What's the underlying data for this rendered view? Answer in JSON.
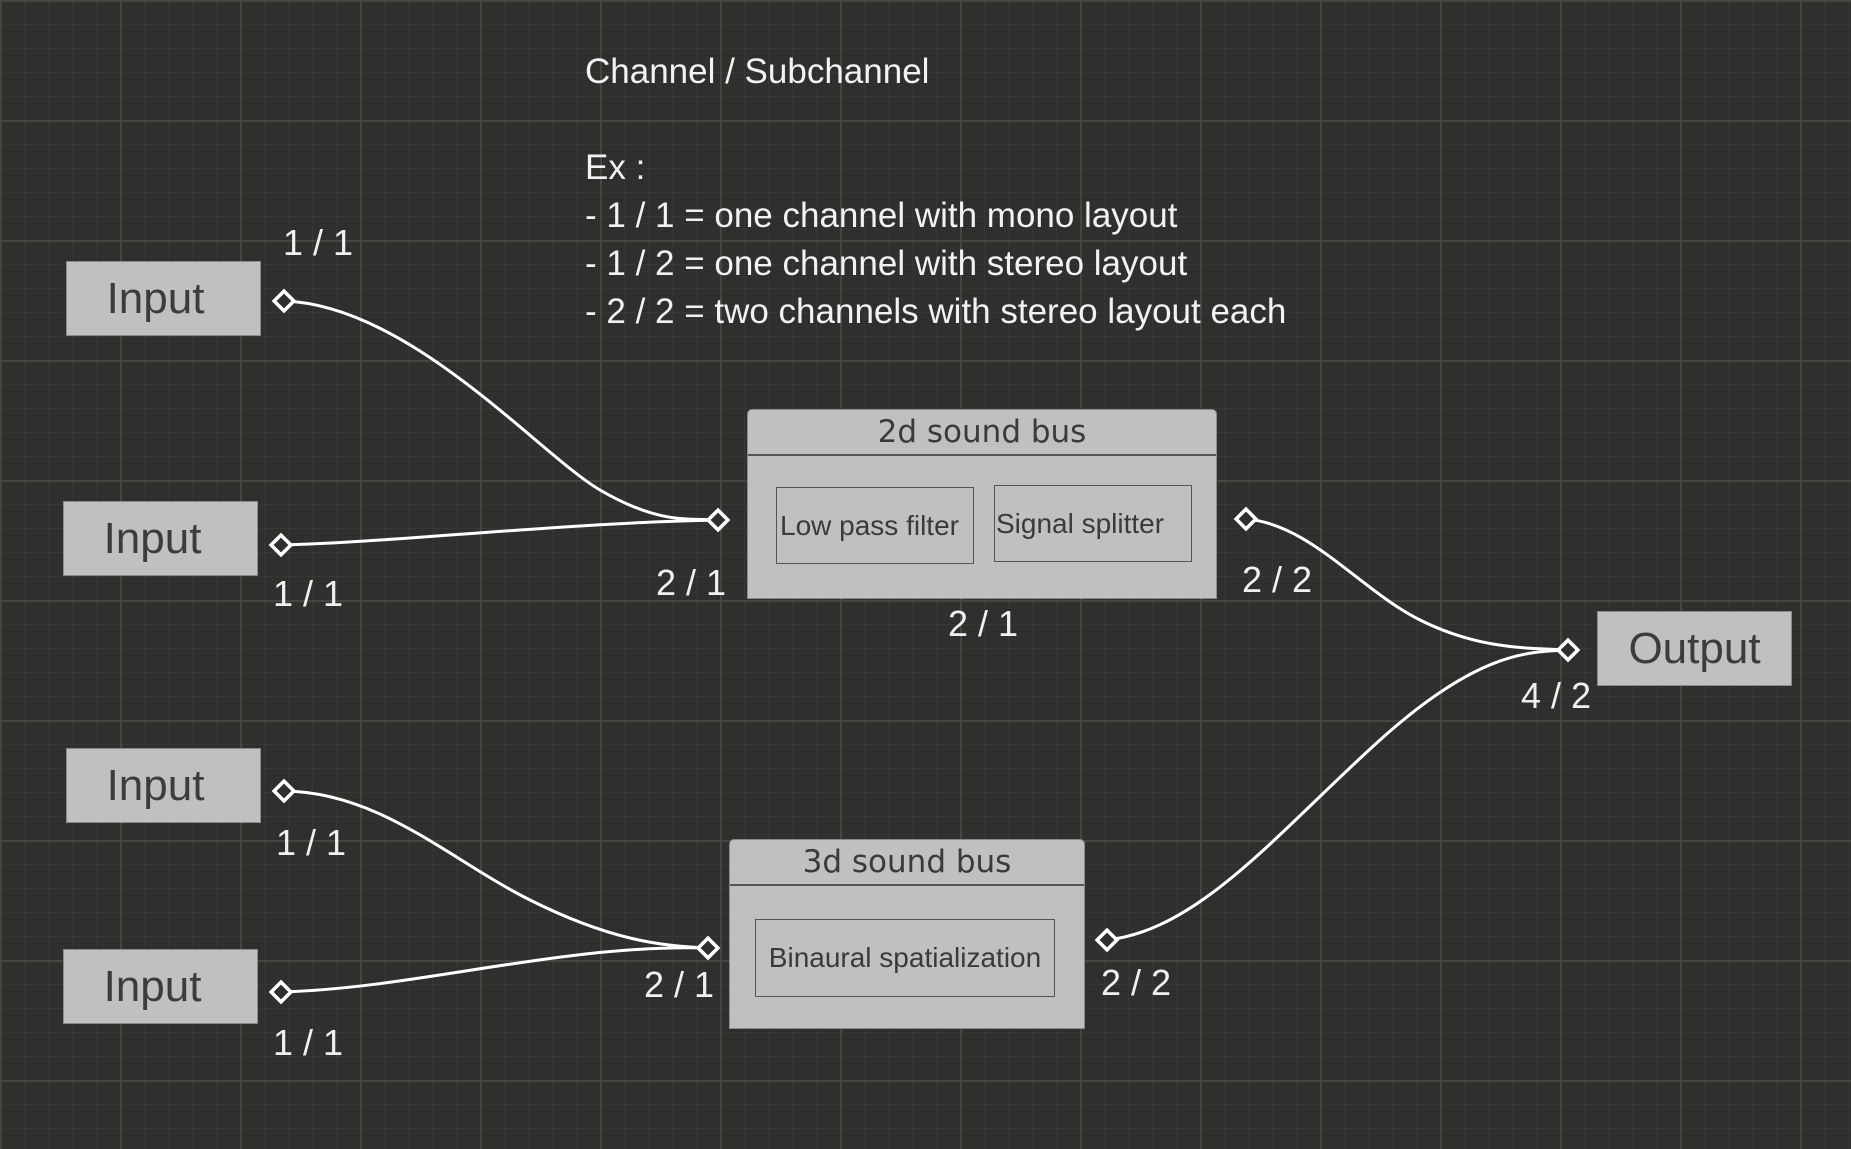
{
  "info": {
    "lines": [
      "Channel / Subchannel",
      "",
      "Ex :",
      "- 1 / 1 = one channel with mono layout",
      "- 1 / 2 = one channel with stereo layout",
      "- 2 / 2 = two channels with stereo layout each"
    ]
  },
  "inputs": [
    {
      "label": "Input",
      "channels": "1 / 1"
    },
    {
      "label": "Input",
      "channels": "1 / 1"
    },
    {
      "label": "Input",
      "channels": "1 / 1"
    },
    {
      "label": "Input",
      "channels": "1 / 1"
    }
  ],
  "bus2d": {
    "title": "2d sound bus",
    "modules": [
      "Low pass filter",
      "Signal splitter"
    ],
    "in_channels": "2 / 1",
    "internal_channels": "2 / 1",
    "out_channels": "2 / 2"
  },
  "bus3d": {
    "title": "3d sound bus",
    "modules": [
      "Binaural spatialization"
    ],
    "in_channels": "2 / 1",
    "out_channels": "2 / 2"
  },
  "output": {
    "label": "Output",
    "channels": "4 / 2"
  },
  "colors": {
    "background": "#2f302d",
    "node_fill": "#c0c0c0",
    "wire": "#ffffff",
    "text_light": "#f0f0f0"
  }
}
